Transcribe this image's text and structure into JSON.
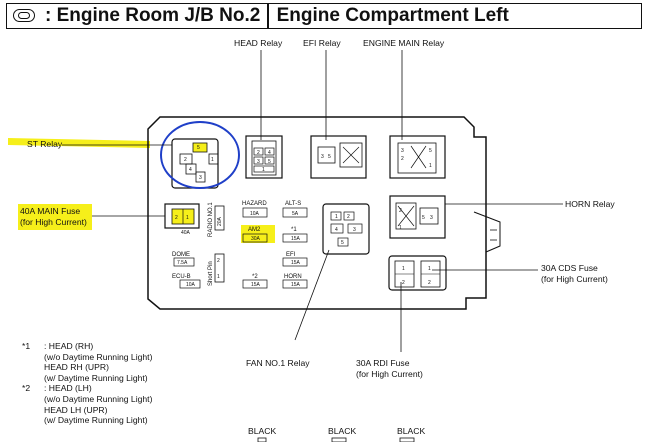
{
  "header": {
    "title": ": Engine Room J/B No.2",
    "subtitle": "Engine Compartment Left"
  },
  "callouts": {
    "head_relay": "HEAD Relay",
    "efi_relay": "EFI Relay",
    "engine_main_relay": "ENGINE MAIN Relay",
    "st_relay": "ST Relay",
    "main_fuse_1": "40A MAIN Fuse",
    "main_fuse_2": "(for High Current)",
    "horn_relay": "HORN Relay",
    "cds_fuse_1": "30A CDS Fuse",
    "cds_fuse_2": "(for High Current)",
    "fan_relay": "FAN NO.1 Relay",
    "rdi_fuse_1": "30A RDI Fuse",
    "rdi_fuse_2": "(for High Current)"
  },
  "fuses": {
    "hazard": "HAZARD",
    "hazard_amp": "10A",
    "alts": "ALT-S",
    "alts_amp": "5A",
    "am2": "AM2",
    "am2_amp": "30A",
    "plus1": "*1",
    "plus1_amp": "15A",
    "dome": "DOME",
    "dome_amp": "7.5A",
    "efi": "EFI",
    "efi_amp": "15A",
    "ecub": "ECU-B",
    "ecub_amp": "10A",
    "plus2": "*2",
    "plus2_amp": "15A",
    "horn": "HORN",
    "horn_amp": "15A",
    "radio": "RADIO NO.1",
    "radio_amp": "20A",
    "short_pin": "Short Pin",
    "main_amp": "40A"
  },
  "notes": [
    {
      "mark": "*1",
      "lines": [
        ": HEAD (RH)",
        "(w/o Daytime Running Light)",
        "HEAD RH (UPR)",
        "(w/ Daytime Running Light)"
      ]
    },
    {
      "mark": "*2",
      "lines": [
        ": HEAD (LH)",
        "(w/o Daytime Running Light)",
        "HEAD LH (UPR)",
        "(w/ Daytime Running Light)"
      ]
    }
  ],
  "connectors": [
    "BLACK",
    "BLACK",
    "BLACK"
  ],
  "colors": {
    "highlight": "#f6ef1a",
    "circle": "#1f3fc8"
  }
}
